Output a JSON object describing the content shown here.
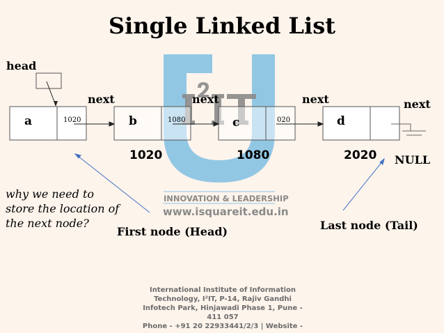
{
  "title": "Single Linked List",
  "head_label": "head",
  "next_label": "next",
  "nodes": [
    {
      "data": "a",
      "next": "1020"
    },
    {
      "data": "b",
      "next": "1080"
    },
    {
      "data": "c",
      "next": "020"
    },
    {
      "data": "d",
      "next": ""
    }
  ],
  "addresses": [
    "1020",
    "1080",
    "2020"
  ],
  "null_label": "NULL",
  "question": [
    "why we need to",
    "store the location of",
    "the next node?"
  ],
  "first_node": "First node (Head)",
  "last_node": "Last node  (Tail)",
  "logo": {
    "mark": "I²IT",
    "tagline": "INNOVATION & LEADERSHIP",
    "website": "www.isquareit.edu.in",
    "color": "#8cc4e4"
  },
  "footer": [
    "International Institute of Information",
    "Technology, I²IT, P-14, Rajiv Gandhi",
    "Infotech Park, Hinjawadi Phase 1, Pune -",
    "411 057",
    "Phone - +91 20 22933441/2/3 | Website -"
  ]
}
